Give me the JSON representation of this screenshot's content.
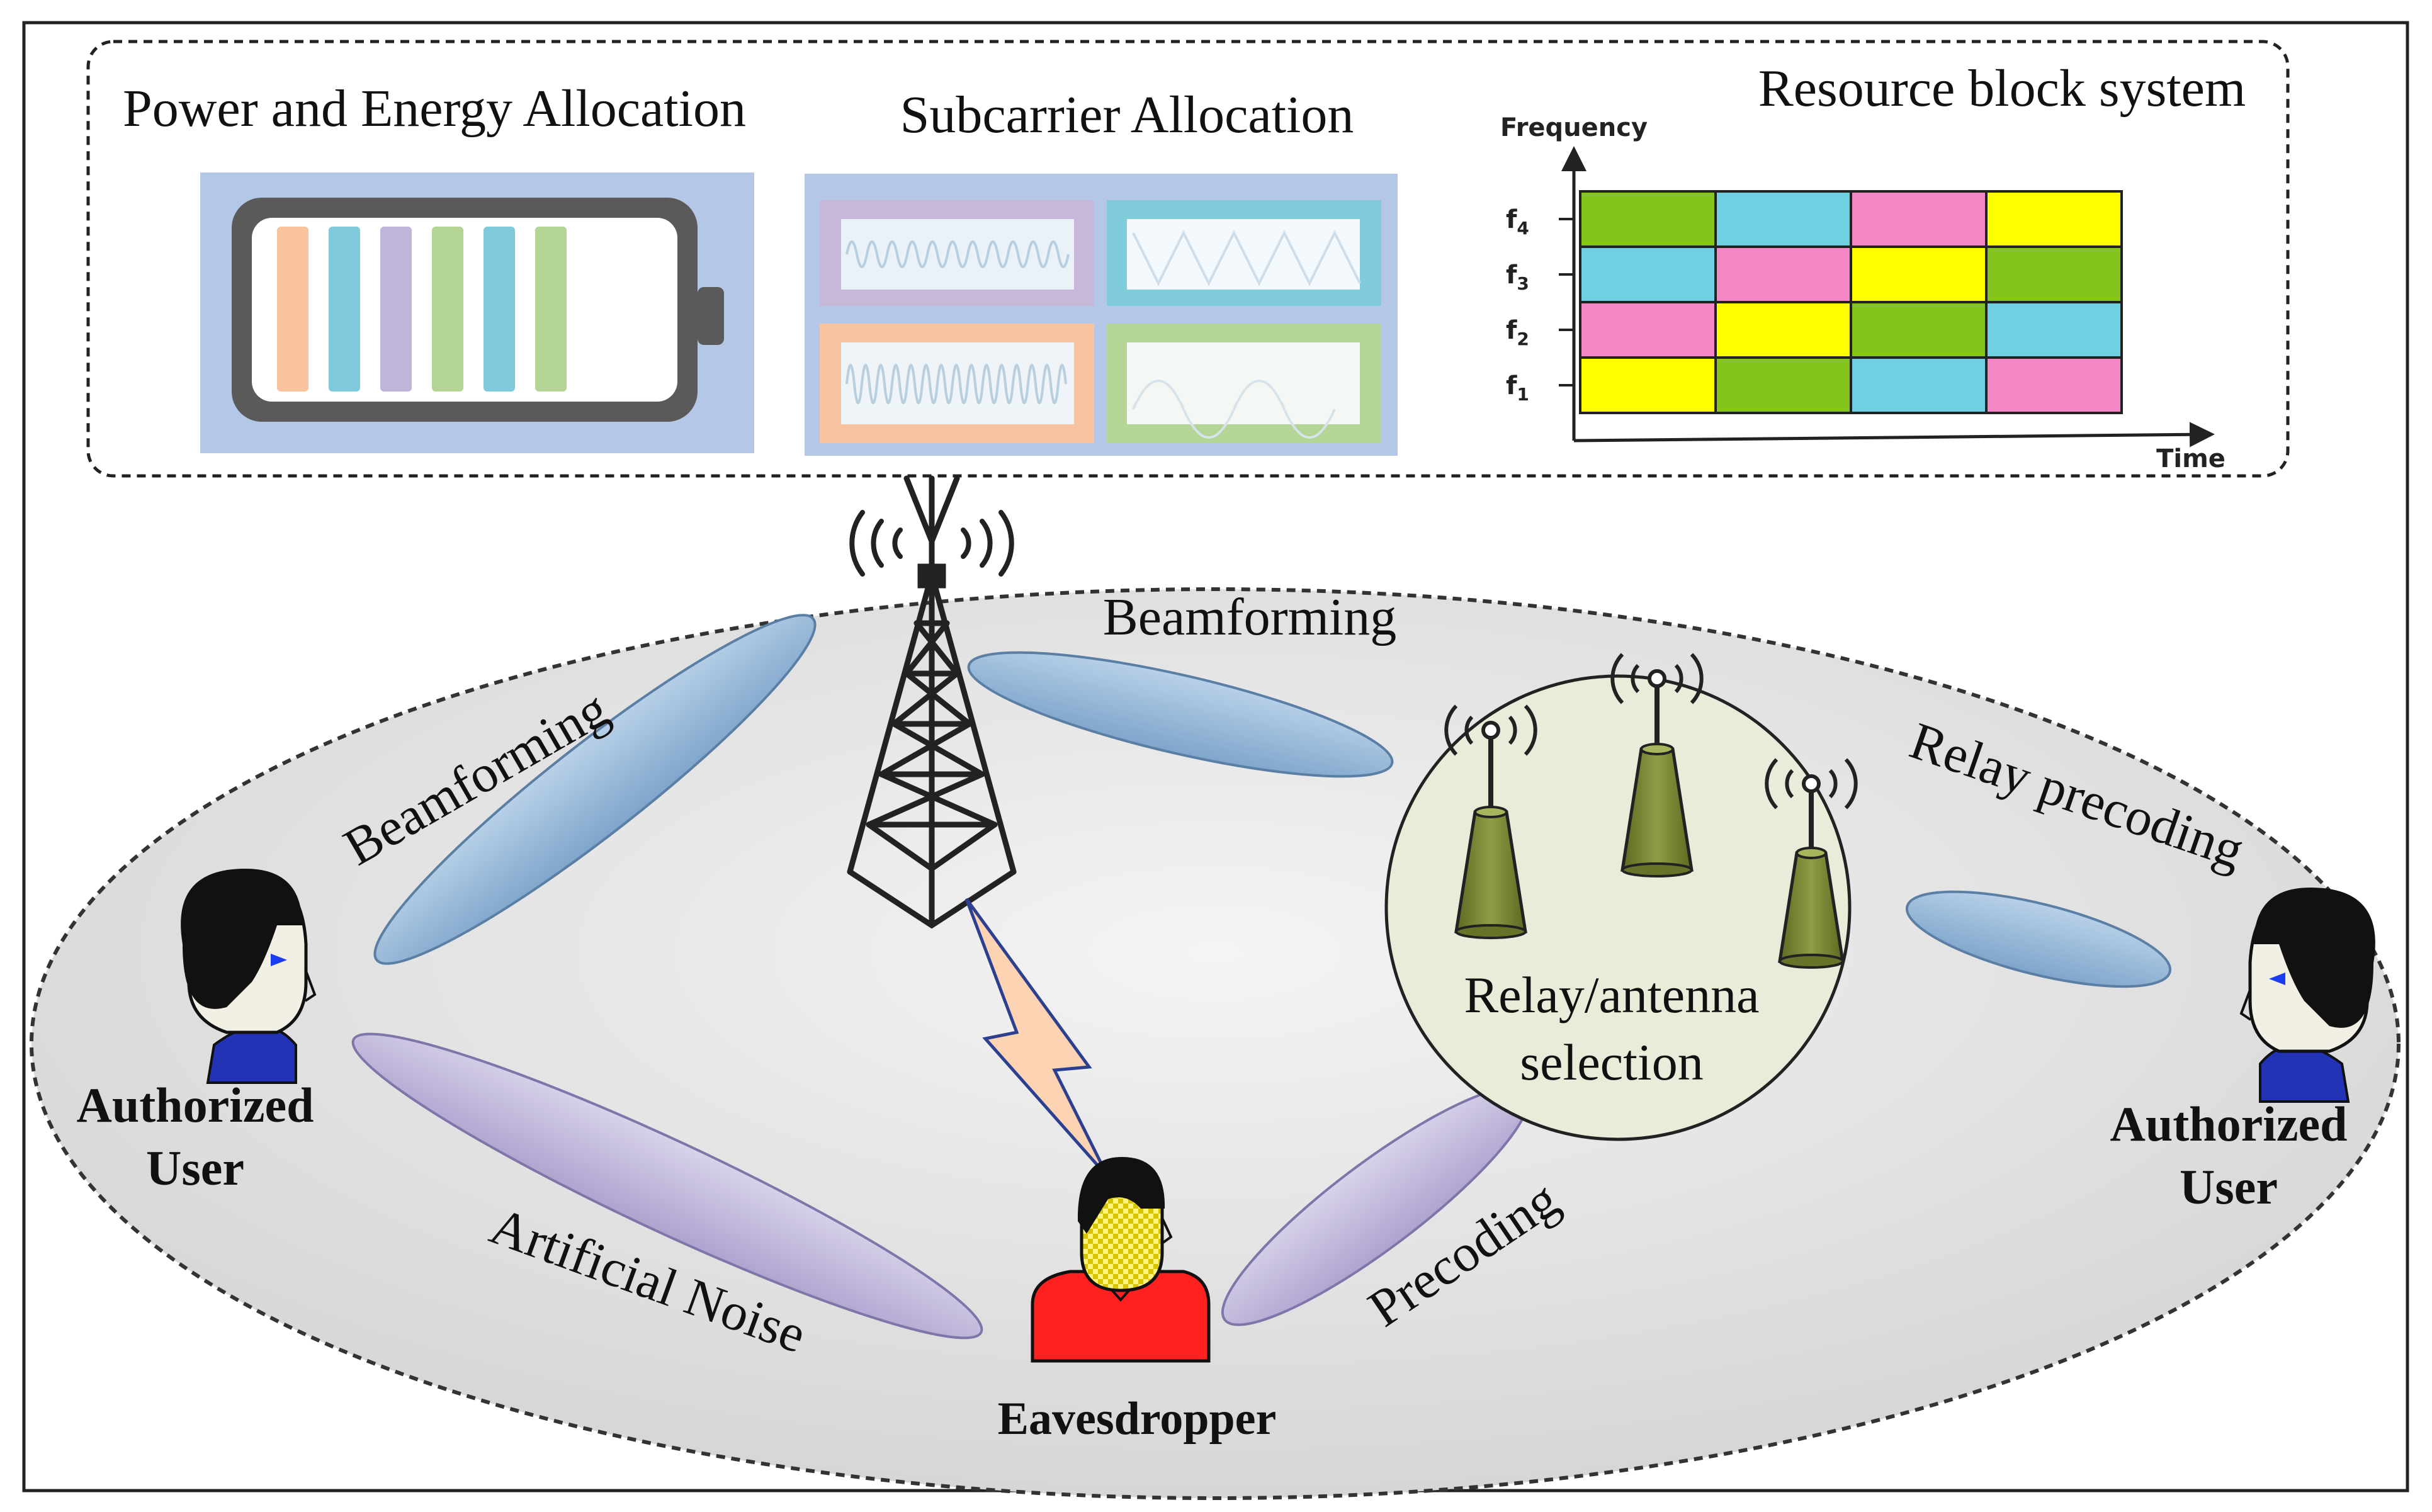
{
  "top_panel": {
    "power_title": "Power and Energy Allocation",
    "subcarrier_title": "Subcarrier Allocation",
    "resource_title": "Resource block system"
  },
  "resource_grid": {
    "y_axis_label": "Frequency",
    "x_axis_label": "Time",
    "rows": [
      {
        "label_base": "f",
        "label_sub": "4",
        "colors": [
          "#84c41c",
          "#6fd0e2",
          "#f487c5",
          "#ffff00"
        ]
      },
      {
        "label_base": "f",
        "label_sub": "3",
        "colors": [
          "#6fd0e2",
          "#f487c5",
          "#ffff00",
          "#84c41c"
        ]
      },
      {
        "label_base": "f",
        "label_sub": "2",
        "colors": [
          "#f487c5",
          "#ffff00",
          "#84c41c",
          "#6fd0e2"
        ]
      },
      {
        "label_base": "f",
        "label_sub": "1",
        "colors": [
          "#ffff00",
          "#84c41c",
          "#6fd0e2",
          "#f487c5"
        ]
      }
    ]
  },
  "battery_bars": [
    "#f9c39d",
    "#7fcbdc",
    "#c0b4da",
    "#b3d494",
    "#7fcbdc",
    "#b3d494"
  ],
  "labels": {
    "beamforming_top": "Beamforming",
    "beamforming_left": "Beamforming",
    "artificial_noise": "Artificial Noise",
    "precoding": "Precoding",
    "relay_precoding": "Relay precoding",
    "relay_selection_line1": "Relay/antenna",
    "relay_selection_line2": "selection",
    "eavesdropper": "Eavesdropper",
    "left_user_line1": "Authorized",
    "left_user_line2": "User",
    "right_user_line1": "Authorized",
    "right_user_line2": "User"
  },
  "colors": {
    "beam_blue": "#8fb4d6",
    "beam_purple": "#bfb6d9",
    "relay_circle": "#e8ecd8",
    "relay_antenna": "#7f8f3a",
    "eavesdropper_body": "#ff2020",
    "user_shirt": "#2333b5"
  }
}
